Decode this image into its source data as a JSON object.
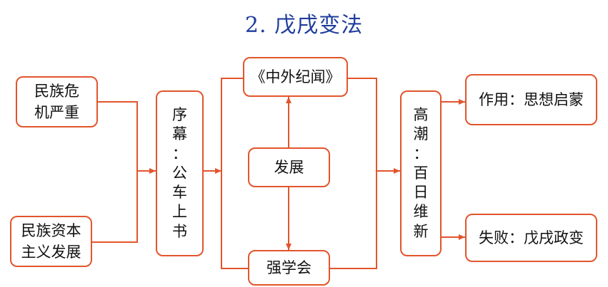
{
  "title": "2. 戊戌变法",
  "nodes": {
    "crisis": {
      "line1": "民族危",
      "line2": "机严重"
    },
    "capital": {
      "line1": "民族资本",
      "line2": "主义发展"
    },
    "prelude": {
      "chars": [
        "序",
        "幕",
        "：",
        "公",
        "车",
        "上",
        "书"
      ]
    },
    "news": "《中外纪闻》",
    "develop": "发展",
    "society": "强学会",
    "climax": {
      "chars": [
        "高",
        "潮",
        "：",
        "百",
        "日",
        "维",
        "新"
      ]
    },
    "effect": "作用：思想启蒙",
    "failure": "失败：戊戌政变"
  },
  "colors": {
    "accent": "#e2552c",
    "title": "#1f3c9c"
  }
}
